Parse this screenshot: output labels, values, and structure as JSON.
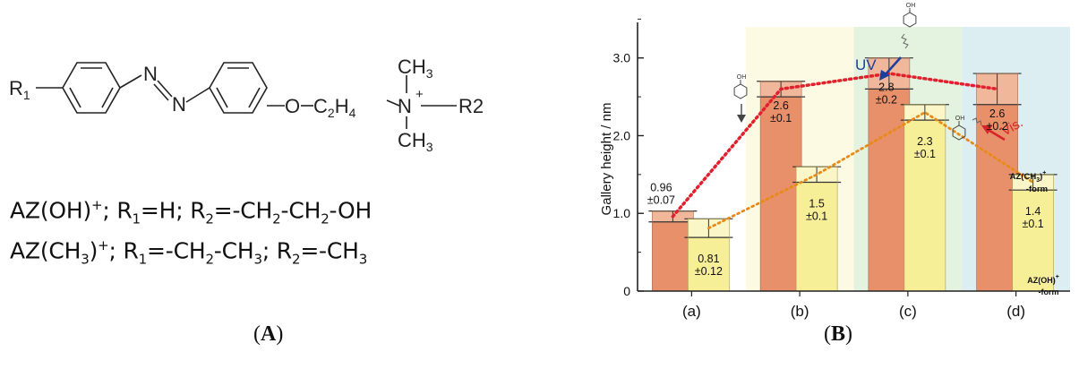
{
  "panel_a": {
    "structure": {
      "r1": "R",
      "r1_sub": "1",
      "n_top": "N",
      "n_bottom": "N",
      "o": "O",
      "c2h4_c": "C",
      "c2h4_2": "2",
      "c2h4_h": "H",
      "c2h4_4": "4",
      "n_plus": "N",
      "plus": "+",
      "ch3_top": "CH",
      "ch3_top_sub": "3",
      "ch3_bottom": "CH",
      "ch3_bottom_sub": "3",
      "r2": "R2"
    },
    "formula_1": {
      "name": "AZ(OH)",
      "charge": "+",
      "r1_label": "; R",
      "r1_sub": "1",
      "r1_value": "=H; R",
      "r2_sub": "2",
      "r2_value_a": "=-CH",
      "r2_value_a_sub": "2",
      "r2_value_b": "-CH",
      "r2_value_b_sub": "2",
      "r2_value_c": "-OH"
    },
    "formula_2": {
      "name": "AZ(CH",
      "name_sub": "3",
      "name_close": ")",
      "charge": "+",
      "r1_label": "; R",
      "r1_sub": "1",
      "r1_value_a": "=-CH",
      "r1_value_a_sub": "2",
      "r1_value_b": "-CH",
      "r1_value_b_sub": "3",
      "r2_label": "; R",
      "r2_sub": "2",
      "r2_value": "=-CH",
      "r2_value_sub": "3"
    },
    "label": "A"
  },
  "panel_b": {
    "label": "B",
    "annotations": {
      "uv": "UV",
      "vis": "Vis.",
      "oh": "OH",
      "form_ch3_a": "AZ(CH",
      "form_ch3_sub": "3",
      "form_ch3_b": ")",
      "form_ch3_sup": "+",
      "form_ch3_c": "-form",
      "form_oh_a": "AZ(OH)",
      "form_oh_sup": "+",
      "form_oh_b": "-form"
    },
    "colors": {
      "ch3_bar": "#e8906a",
      "ch3_cap": "#f1b79a",
      "oh_bar": "#f7ef98",
      "oh_cap": "#fbf6c8",
      "bg_b": "#fcfae2",
      "bg_c": "#e4f2e0",
      "bg_d": "#ddeef2",
      "red_line": "#e0202c",
      "orange_line": "#e88a18",
      "uv_arrow": "#1d3f9c",
      "vis_arrow": "#d8232a"
    }
  },
  "chart_data": {
    "type": "bar",
    "ylabel": "Gallery height / nm",
    "xlabel": "",
    "ylim": [
      0,
      3.4
    ],
    "yticks": [
      "0",
      "1.0",
      "2.0",
      "3.0"
    ],
    "categories": [
      "(a)",
      "(b)",
      "(c)",
      "(d)"
    ],
    "series": [
      {
        "values": [
          0.96,
          2.6,
          2.8,
          2.6
        ],
        "errors": [
          0.07,
          0.1,
          0.2,
          0.2
        ],
        "labels": [
          "0.96",
          "2.6",
          "2.8",
          "2.6"
        ],
        "error_labels": [
          "±0.07",
          "±0.1",
          "±0.2",
          "±0.2"
        ]
      },
      {
        "values": [
          0.81,
          1.5,
          2.3,
          1.4
        ],
        "errors": [
          0.12,
          0.1,
          0.1,
          0.1
        ],
        "labels": [
          "0.81",
          "1.5",
          "2.3",
          "1.4"
        ],
        "error_labels": [
          "±0.12",
          "±0.1",
          "±0.1",
          "±0.1"
        ]
      }
    ],
    "grid": false,
    "legend": "none"
  }
}
